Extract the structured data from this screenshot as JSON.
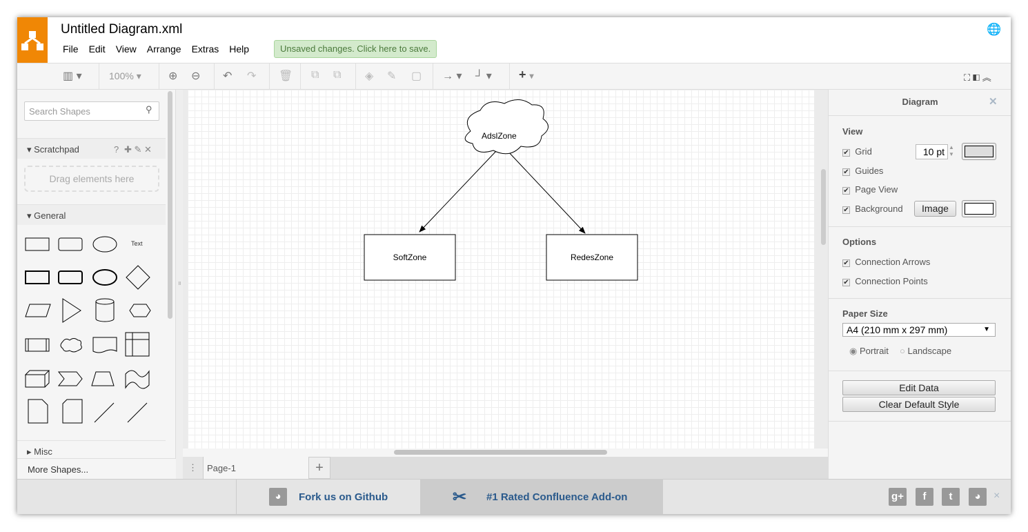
{
  "header": {
    "title": "Untitled Diagram.xml",
    "menu": [
      "File",
      "Edit",
      "View",
      "Arrange",
      "Extras",
      "Help"
    ],
    "save_notice": "Unsaved changes. Click here to save."
  },
  "toolbar": {
    "zoom": "100%"
  },
  "sidebar": {
    "search_placeholder": "Search Shapes",
    "scratchpad": "Scratchpad",
    "scratchpad_help": "?",
    "drag_hint": "Drag elements here",
    "general": "General",
    "text_shape": "Text",
    "misc": "Misc",
    "more_shapes": "More Shapes..."
  },
  "diagram": {
    "nodes": [
      "AdslZone",
      "SoftZone",
      "RedesZone"
    ]
  },
  "tabs": {
    "page": "Page-1",
    "add": "+"
  },
  "panel": {
    "title": "Diagram",
    "view": "View",
    "grid": "Grid",
    "grid_size": "10 pt",
    "guides": "Guides",
    "page_view": "Page View",
    "background": "Background",
    "image_btn": "Image",
    "options": "Options",
    "conn_arrows": "Connection Arrows",
    "conn_points": "Connection Points",
    "paper_size": "Paper Size",
    "paper_value": "A4 (210 mm x 297 mm)",
    "portrait": "Portrait",
    "landscape": "Landscape",
    "edit_data": "Edit Data",
    "clear_style": "Clear Default Style"
  },
  "footer": {
    "github": "Fork us on Github",
    "confluence": "#1 Rated Confluence Add-on",
    "close": "×"
  },
  "colors": {
    "brand": "#f08705",
    "link": "#2a5a8c"
  }
}
